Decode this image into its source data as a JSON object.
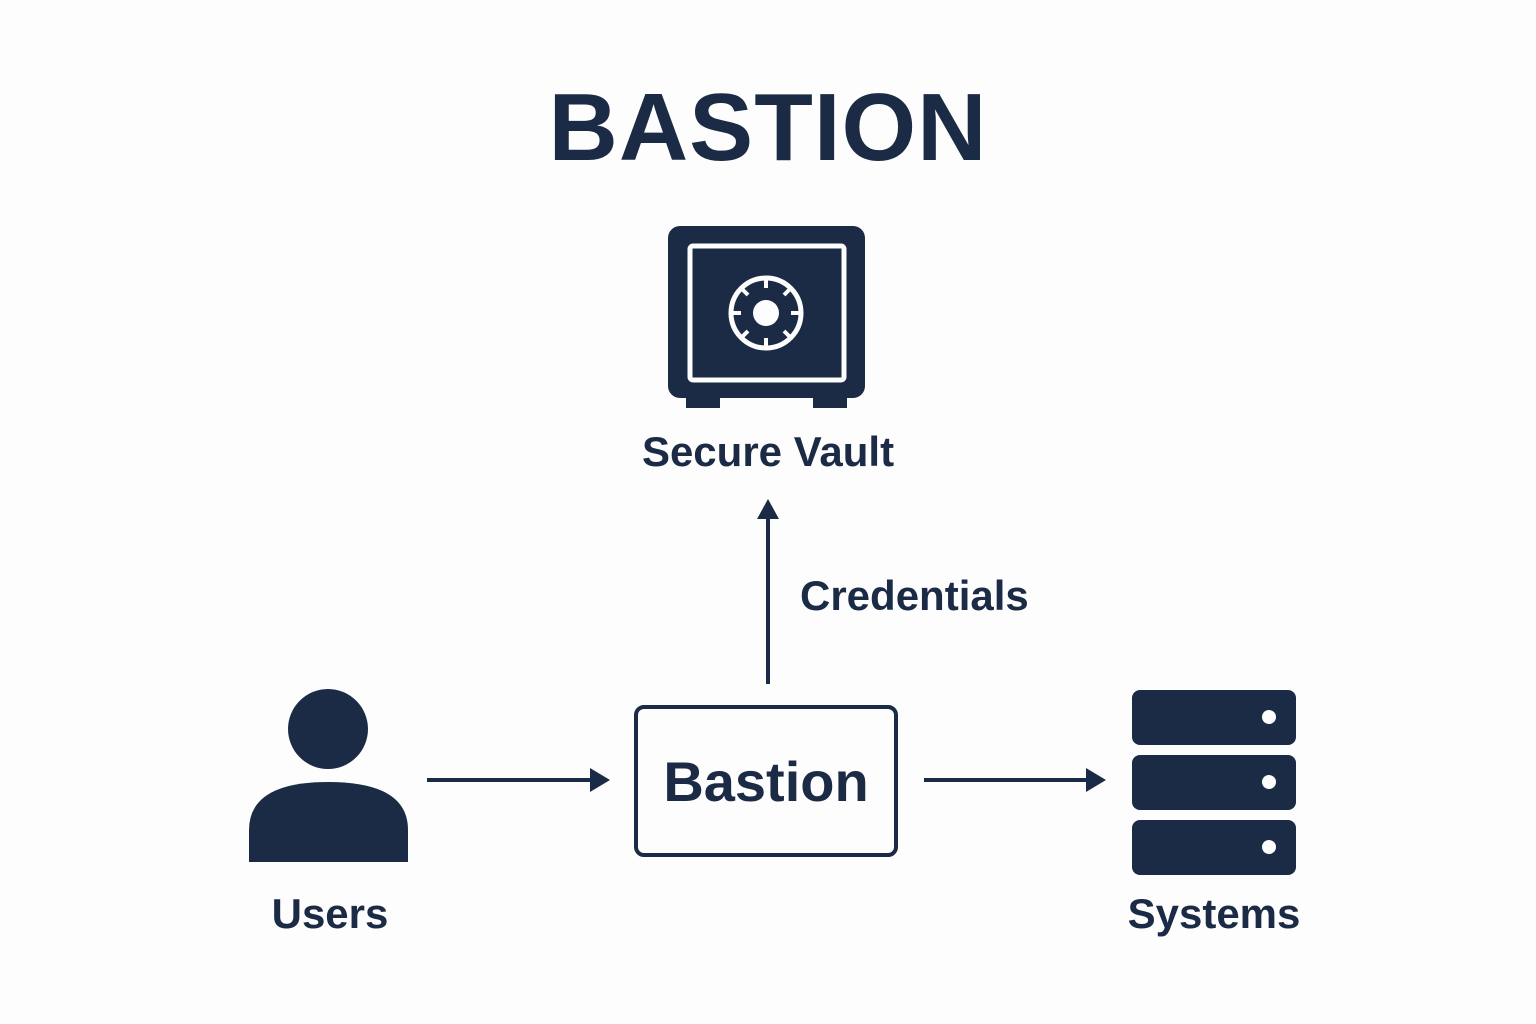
{
  "title": "BASTION",
  "nodes": {
    "vault": {
      "label": "Secure Vault",
      "icon": "safe-icon"
    },
    "users": {
      "label": "Users",
      "icon": "user-icon"
    },
    "bastion": {
      "label": "Bastion"
    },
    "systems": {
      "label": "Systems",
      "icon": "server-stack-icon"
    }
  },
  "edges": [
    {
      "from": "users",
      "to": "bastion",
      "label": ""
    },
    {
      "from": "bastion",
      "to": "vault",
      "label": "Credentials"
    },
    {
      "from": "bastion",
      "to": "systems",
      "label": ""
    }
  ],
  "colors": {
    "primary": "#1b2b45",
    "background": "#fdfdfd"
  }
}
